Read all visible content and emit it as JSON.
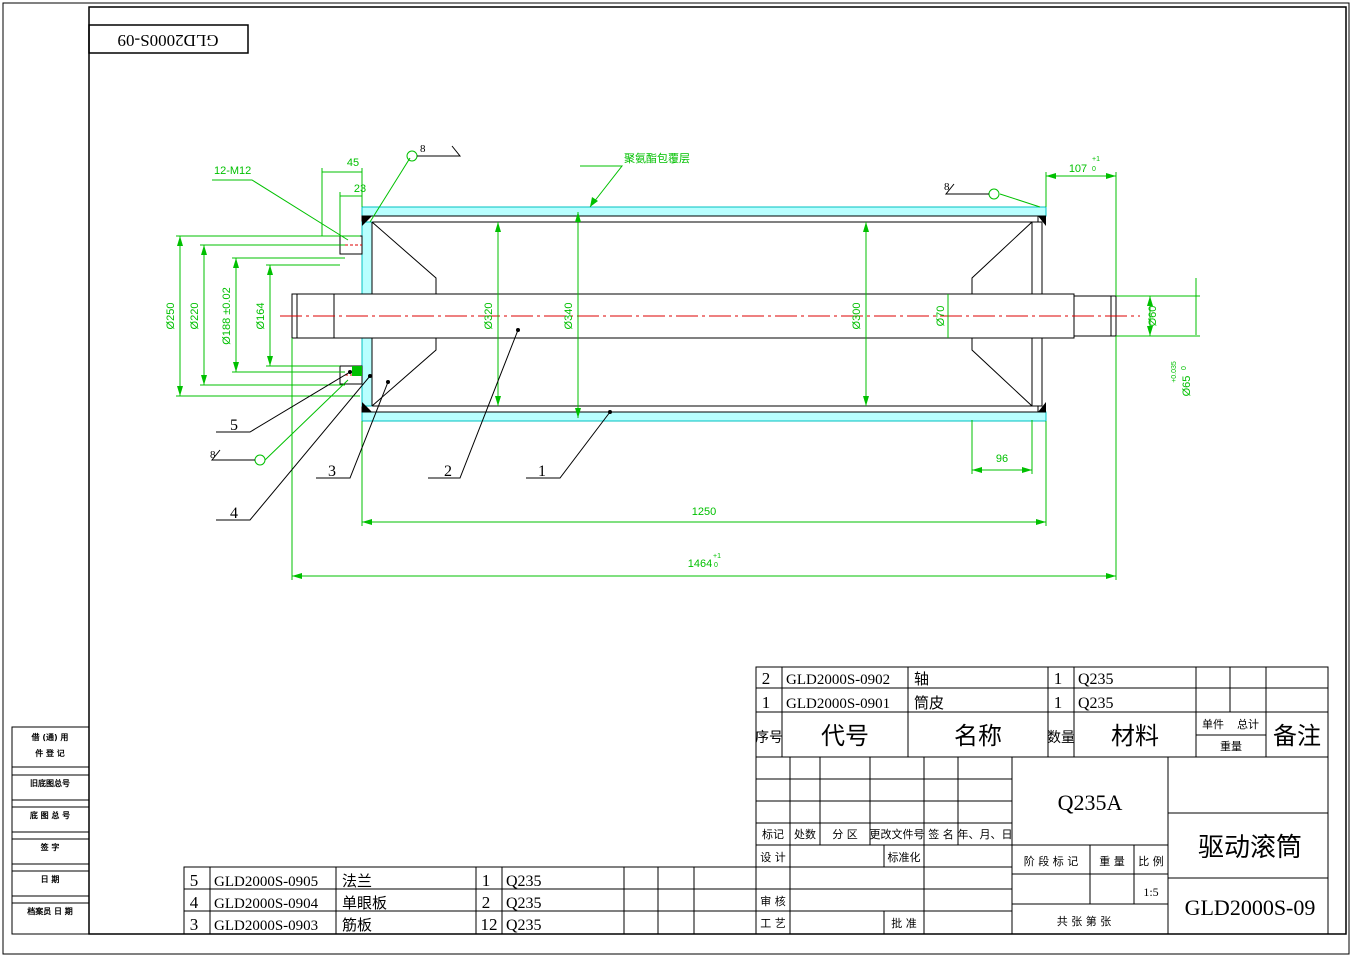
{
  "drawing_number_top": "GLD2000S-09",
  "annotations": {
    "thread": "12-M12",
    "coating": "聚氨酯包覆层",
    "weld_left": "8",
    "weld_right": "8",
    "weld_bottom": "8"
  },
  "dimensions": {
    "d45": "45",
    "d23": "23",
    "d107": "107",
    "d107_tol": "+1",
    "d107_tol2": "0",
    "phi250": "Ø250",
    "phi220": "Ø220",
    "phi188": "Ø188 ±0.02",
    "phi164": "Ø164",
    "phi320": "Ø320",
    "phi340": "Ø340",
    "phi300": "Ø300",
    "phi70": "Ø70",
    "phi60": "Ø60",
    "phi65": "Ø65",
    "phi65_tol_up": "+0.035",
    "phi65_tol_low": "0",
    "d96": "96",
    "d1250": "1250",
    "d1464": "1464",
    "d1464_tol_up": "+1",
    "d1464_tol_low": "0"
  },
  "balloons": [
    "5",
    "3",
    "2",
    "1",
    "4"
  ],
  "left_strip": [
    {
      "text": "借 (通) 用\n件 登 记"
    },
    {
      "text": "旧底图总号"
    },
    {
      "text": "底 图 总 号"
    },
    {
      "text": "签 字"
    },
    {
      "text": "日 期"
    },
    {
      "text": "档案员 日 期"
    }
  ],
  "bom_upper": [
    {
      "no": "2",
      "code": "GLD2000S-0902",
      "name": "轴",
      "qty": "1",
      "material": "Q235"
    },
    {
      "no": "1",
      "code": "GLD2000S-0901",
      "name": "筒皮",
      "qty": "1",
      "material": "Q235"
    }
  ],
  "bom_header": {
    "no": "序号",
    "code": "代号",
    "name": "名称",
    "qty": "数量",
    "material": "材料",
    "single": "单件",
    "total": "总计",
    "weight": "重量",
    "remark": "备注"
  },
  "bom_lower": [
    {
      "no": "5",
      "code": "GLD2000S-0905",
      "name": "法兰",
      "qty": "1",
      "material": "Q235"
    },
    {
      "no": "4",
      "code": "GLD2000S-0904",
      "name": "单眼板",
      "qty": "2",
      "material": "Q235"
    },
    {
      "no": "3",
      "code": "GLD2000S-0903",
      "name": "筋板",
      "qty": "12",
      "material": "Q235"
    }
  ],
  "title_block": {
    "material": "Q235A",
    "title": "驱动滚筒",
    "drawing_number": "GLD2000S-09",
    "scale": "1:5",
    "rev_headers": [
      "标记",
      "处数",
      "分 区",
      "更改文件号",
      "签 名",
      "年、月、日"
    ],
    "design": "设 计",
    "standard": "标准化",
    "review": "审 核",
    "process": "工 艺",
    "approve": "批 准",
    "stage_headers": [
      "阶 段 标 记",
      "重 量",
      "比 例"
    ],
    "sheets": "共    张  第    张"
  }
}
